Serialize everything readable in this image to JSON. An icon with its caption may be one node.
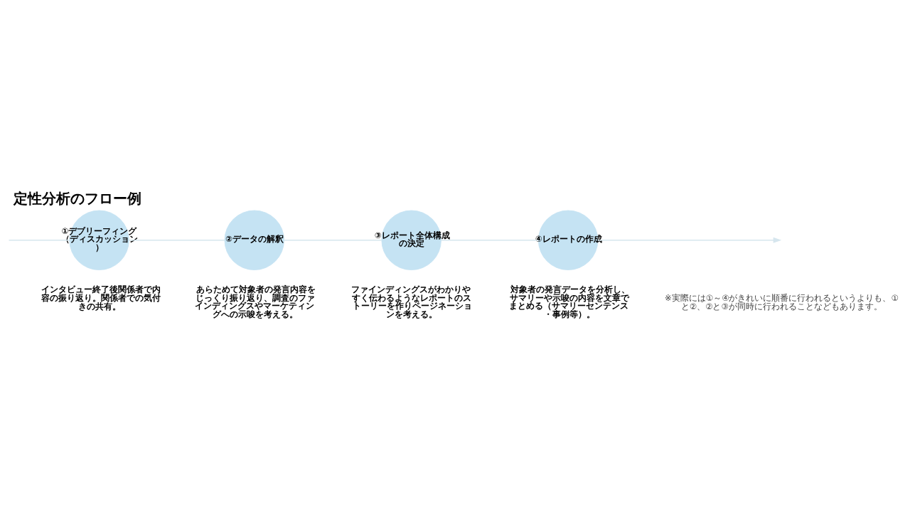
{
  "diagram": {
    "title": "定性分析のフロー例",
    "nodes": [
      {
        "text": [
          "①デブリーフィング（ディスカッション）"
        ],
        "beside": [
          "インタビュー終了後関係者で内容の振り返り。関係者での気付きの共有。"
        ]
      },
      {
        "text": [
          "②データの解釈"
        ],
        "beside": [
          "あらためて対象者の発言内容をじっくり振り返り、調査のファインディングスやマーケティングへの示唆を考える。"
        ]
      },
      {
        "text": [
          "③レポート全体構成の決定"
        ],
        "beside": [
          "ファインディングスがわかりやすく伝わるようなレポートのストーリーを作りページネーションを考える。"
        ]
      },
      {
        "text": [
          "④レポートの作成"
        ],
        "beside": [
          "対象者の発言データを分析し、サマリーや示唆の内容を文章でまとめる（サマリーセンテンス・事例等）。"
        ]
      }
    ],
    "edges": [
      {
        "from": null,
        "to": 0,
        "arrow": "none"
      },
      {
        "from": 0,
        "to": 1,
        "arrow": "none"
      },
      {
        "from": 1,
        "to": 2,
        "arrow": "none"
      },
      {
        "from": 2,
        "to": 3,
        "arrow": "none"
      },
      {
        "from": 3,
        "to": null,
        "arrow": "to"
      }
    ],
    "labels": [
      "※実際には①～④がきれいに順番に行われるというよりも、①と②、②と③が同時に行われることなどもあります。"
    ]
  }
}
